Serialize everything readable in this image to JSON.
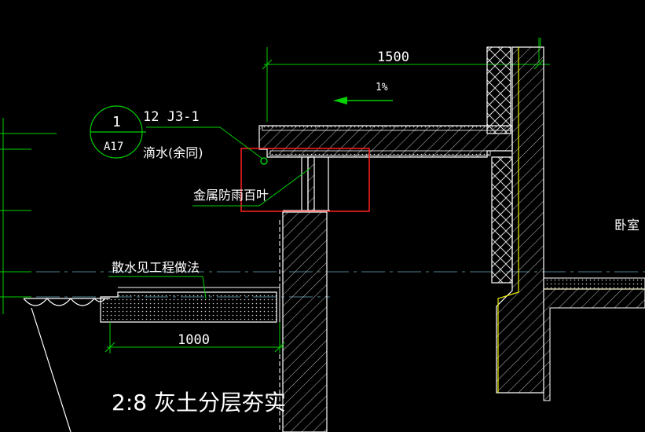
{
  "drawing": {
    "dim_top": "1500",
    "slope": "1%",
    "dim_bottom": "1000",
    "detail_callout": {
      "number": "1",
      "sheet": "A17"
    },
    "ref_code": "12 J3-1",
    "note_drip": "滴水(余同)",
    "note_louver": "金属防雨百叶",
    "note_apron": "散水见工程做法",
    "note_fill": "2:8 灰土分层夯实",
    "room_label": "卧室",
    "colors": {
      "background": "#000000",
      "dimension": "#00ff00",
      "concrete": "#ffffff",
      "insulation": "#ffff00",
      "highlight": "#ff2020",
      "leader": "#00ff00",
      "axis": "#5a8a9a"
    }
  }
}
